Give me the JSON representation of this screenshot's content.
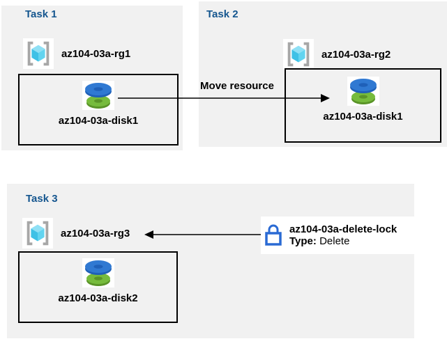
{
  "colors": {
    "panel_bg": "#f1f1f1",
    "task_title_blue": "#15568f",
    "label_text": "#000000",
    "arrow_black": "#000000",
    "disk_blue": "#3079d2",
    "disk_blue_dark": "#1f60b8",
    "disk_green": "#76bb3c",
    "disk_green_dark": "#5a9428",
    "cube_top": "#8fe0f5",
    "cube_left": "#3ec1e6",
    "cube_right": "#62d4f0",
    "bracket_gray": "#a7a7a7",
    "lock_blue": "#2a6ad4"
  },
  "tasks": [
    {
      "title": "Task 1",
      "resource_group": "az104-03a-rg1",
      "disk": "az104-03a-disk1"
    },
    {
      "title": "Task 2",
      "resource_group": "az104-03a-rg2",
      "disk": "az104-03a-disk1"
    },
    {
      "title": "Task 3",
      "resource_group": "az104-03a-rg3",
      "disk": "az104-03a-disk2"
    }
  ],
  "move_arrow": {
    "label": "Move resource"
  },
  "delete_lock": {
    "name": "az104-03a-delete-lock",
    "type_label": "Type:",
    "type_value": "Delete"
  },
  "icons": {
    "resource_group": "resource-group-icon",
    "managed_disk": "managed-disk-icon",
    "lock": "lock-icon"
  }
}
